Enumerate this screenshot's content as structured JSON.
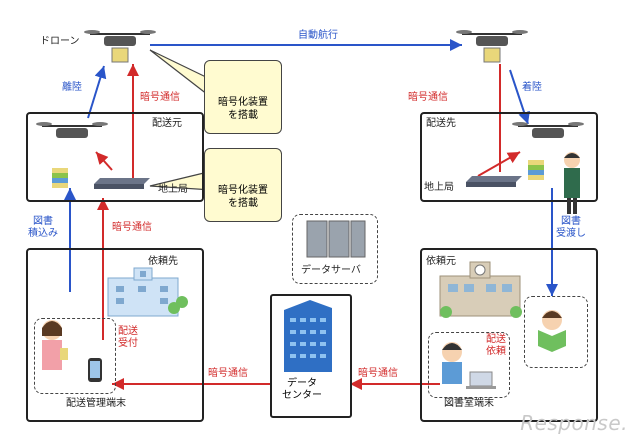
{
  "labels": {
    "drone": "ドローン",
    "auto_flight": "自動航行",
    "takeoff": "離陸",
    "landing": "着陸",
    "enc1": "暗号通信",
    "enc2": "暗号通信",
    "enc3": "暗号通信",
    "enc4": "暗号通信",
    "enc5": "暗号通信",
    "origin": "配送元",
    "destination": "配送先",
    "ground_station_left": "地上局",
    "ground_station_right": "地上局",
    "enc_device_1": "暗号化装置\nを搭載",
    "enc_device_2": "暗号化装置\nを搭載",
    "book_loading": "図書\n積込み",
    "book_handover": "図書\n受渡し",
    "requestee": "依頼先",
    "requester": "依頼元",
    "delivery_accept": "配送\n受付",
    "delivery_request": "配送\n依頼",
    "delivery_terminal": "配送管理端末",
    "library_terminal": "図書室端末",
    "data_server": "データサーバ",
    "data_center": "データ\nセンター"
  },
  "watermark": "Response.",
  "colors": {
    "blue": "#2a55c9",
    "red": "#d22a2a",
    "callout_fill": "#fffbd0"
  }
}
